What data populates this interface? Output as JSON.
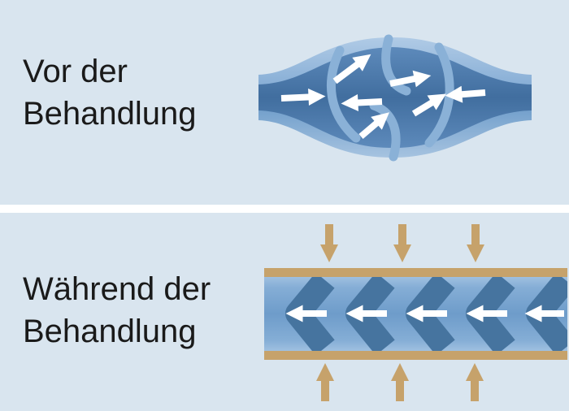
{
  "panels": {
    "before": {
      "label_line1": "Vor der",
      "label_line2": "Behandlung"
    },
    "during": {
      "label_line1": "Während der",
      "label_line2": "Behandlung"
    }
  },
  "colors": {
    "panel-bg": "#d9e5ef",
    "divider": "#ffffff",
    "text": "#1a1a1a",
    "vein-mid": "#8ab1d7",
    "vein-dark": "#46749f",
    "vein-light": "#b0cbe6",
    "arrow-white": "#ffffff",
    "tan": "#c6a26b"
  },
  "icons": {
    "reflux_arrow": "white arrow showing turbulent backflow inside dilated vein",
    "flow_arrow": "white arrow showing uniform leftward blood flow",
    "compression_arrow": "tan arrow showing external compression on vein wall"
  }
}
